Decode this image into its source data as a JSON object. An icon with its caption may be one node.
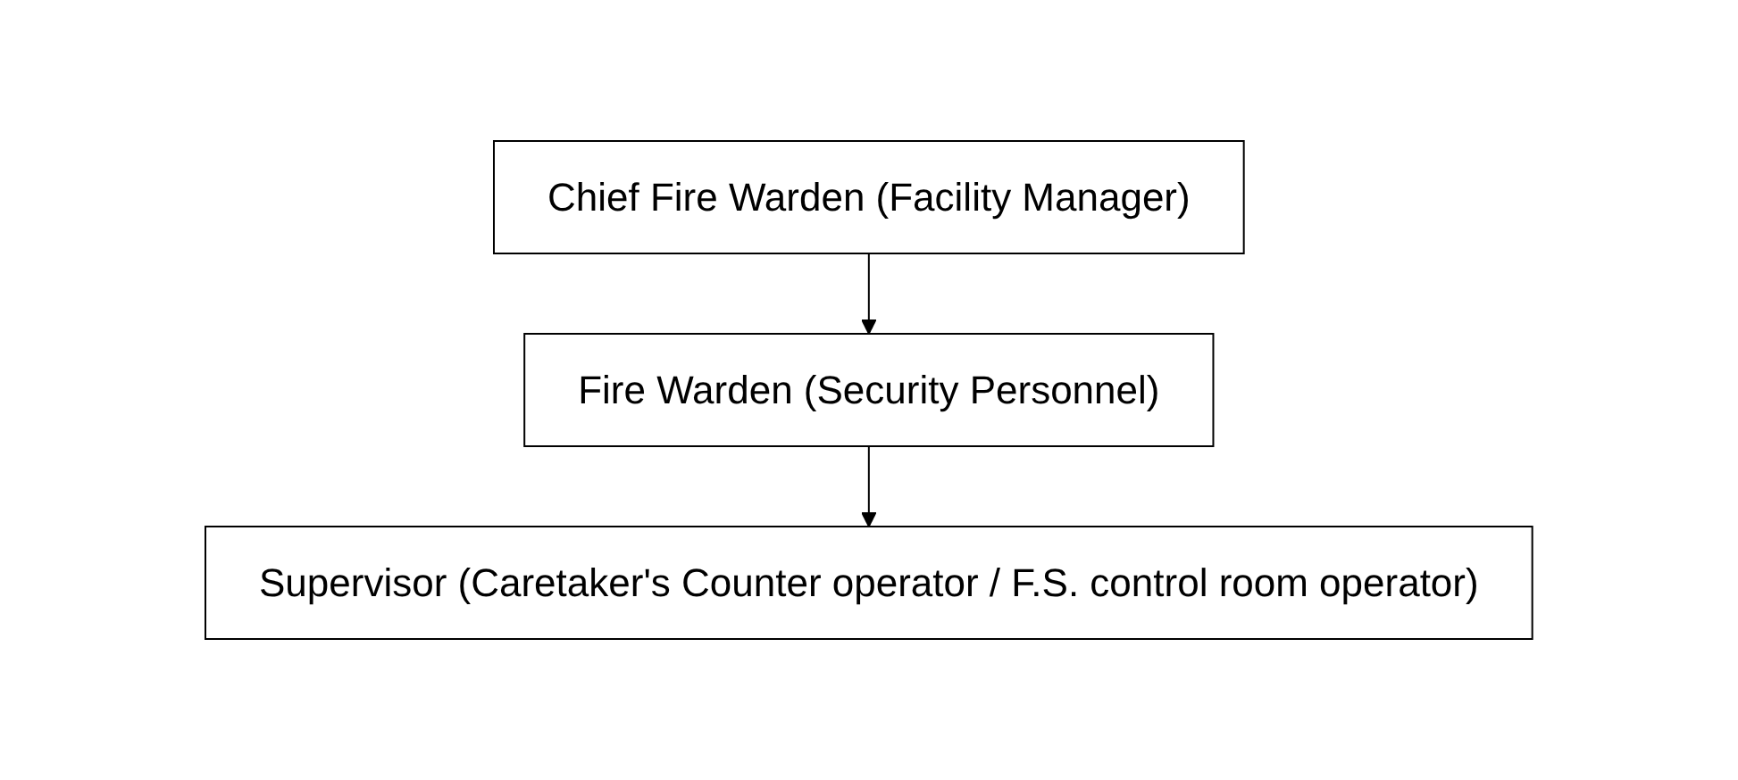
{
  "diagram": {
    "nodes": [
      {
        "text": [
          "Chief Fire Warden (Facility Manager)"
        ]
      },
      {
        "text": [
          "Fire Warden (Security Personnel)"
        ]
      },
      {
        "text": [
          "Supervisor (Caretaker's Counter operator / F.S. control room operator)"
        ]
      }
    ],
    "edges": [
      {
        "from": 0,
        "to": 1,
        "arrow": "to"
      },
      {
        "from": 1,
        "to": 2,
        "arrow": "to"
      }
    ]
  }
}
